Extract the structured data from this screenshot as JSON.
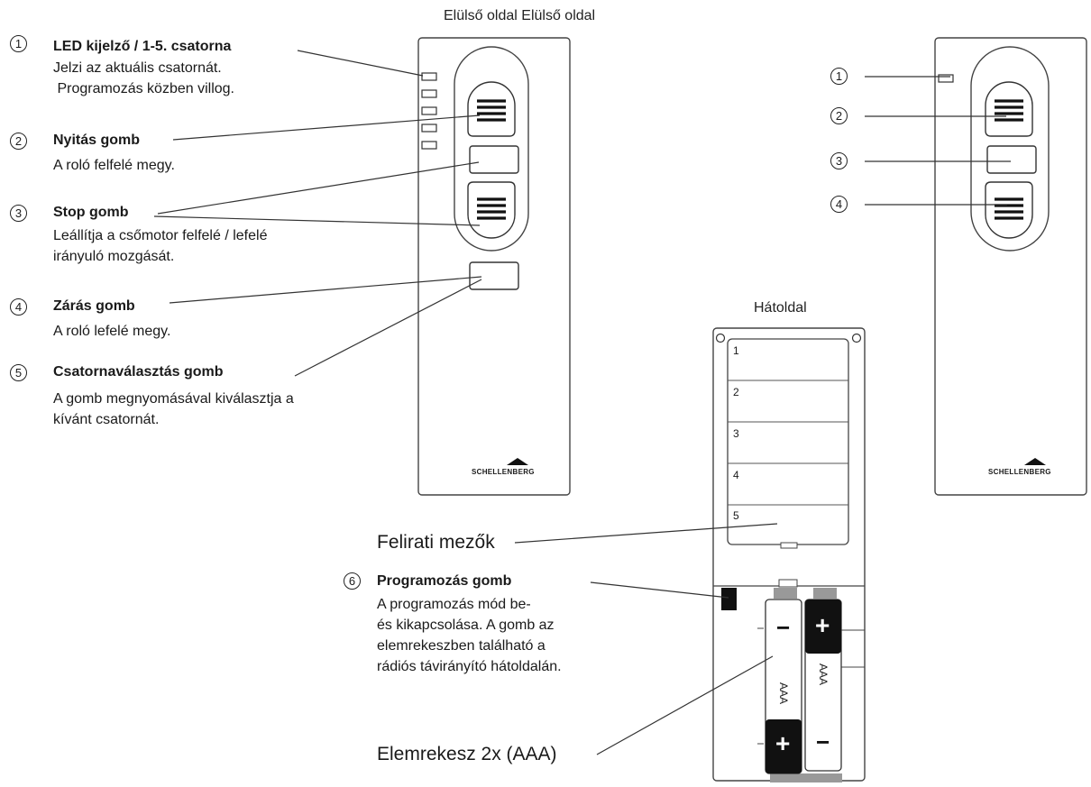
{
  "headings": {
    "front": "Elülső oldal Elülső oldal",
    "back": "Hátoldal"
  },
  "brand": "SCHELLENBERG",
  "callouts": [
    {
      "num": "1",
      "title": "LED kijelző / 1-5. csatorna",
      "desc": "Jelzi az aktuális csatornát.\n Programozás közben villog."
    },
    {
      "num": "2",
      "title": "Nyitás gomb",
      "desc": "A roló felfelé megy."
    },
    {
      "num": "3",
      "title": "Stop gomb",
      "desc": "Leállítja a csőmotor felfelé / lefelé\nirányuló mozgását."
    },
    {
      "num": "4",
      "title": "Zárás gomb",
      "desc": "A roló lefelé megy."
    },
    {
      "num": "5",
      "title": "Csatornaválasztás gomb",
      "desc": "A gomb megnyomásával kiválasztja a\nkívánt csatornát."
    },
    {
      "num": "6",
      "title": "Programozás gomb",
      "desc": "A programozás mód be-\nés kikapcsolása. A gomb az\nelemrekeszben található a\nrádiós távirányító hátoldalán."
    }
  ],
  "right_numbers": [
    "1",
    "2",
    "3",
    "4"
  ],
  "label_fields": {
    "title": "Felirati mezők",
    "slots": [
      "1",
      "2",
      "3",
      "4",
      "5"
    ]
  },
  "battery": {
    "title": "Elemrekesz 2x (AAA)",
    "type": "AAA",
    "plus": "+",
    "minus": "−"
  }
}
